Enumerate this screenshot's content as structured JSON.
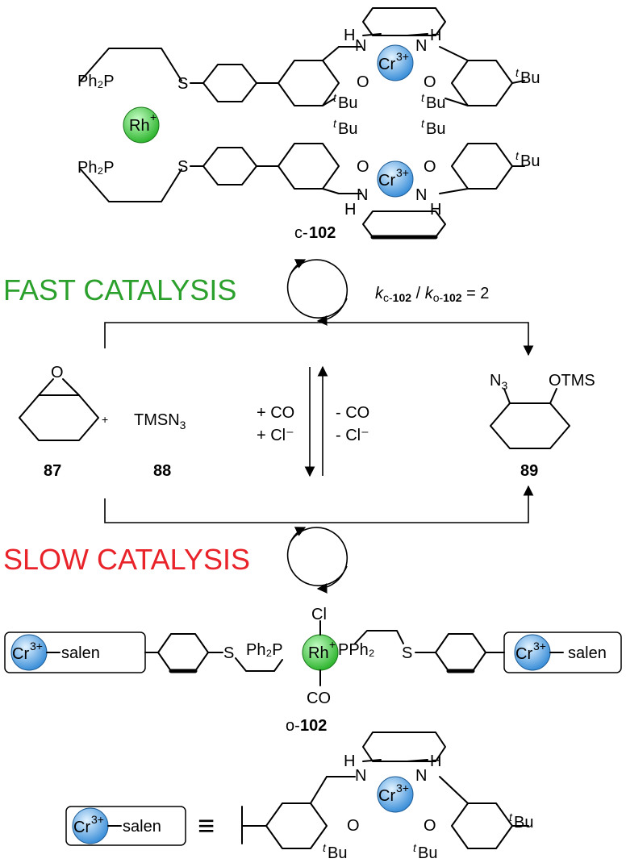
{
  "colors": {
    "fast": "#2ca02c",
    "slow": "#e8232a",
    "rh": "#3fcf3f",
    "cr": "#4aa3e6"
  },
  "closed_complex": {
    "rh_label": "Rh",
    "rh_charge": "+",
    "cr_label": "Cr",
    "cr_charge": "3+",
    "ph2p_top": "Ph₂P",
    "ph2p_bottom": "Ph₂P",
    "s_label": "S",
    "o_label": "O",
    "n_label": "N",
    "h_label": "H",
    "tbu_prefix": "t",
    "tbu_suffix": "Bu",
    "name_prefix": "c-",
    "name_number": "102"
  },
  "fast_label": "FAST CATALYSIS",
  "slow_label": "SLOW CATALYSIS",
  "rate_ratio": {
    "k": "k",
    "sub_c": "c-",
    "sub_c_num": "102",
    "sub_o": "o-",
    "sub_o_num": "102",
    "rest": " = 2"
  },
  "reactants": {
    "epoxide_o": "O",
    "epoxide_number": "87",
    "plus": "+",
    "tmsn3": "TMSN",
    "tmsn3_sub": "3",
    "tmsn3_number": "88"
  },
  "product": {
    "n3": "N",
    "n3_sub": "3",
    "otms": "OTMS",
    "number": "89"
  },
  "equilibrium": {
    "forward_1": "+ CO",
    "forward_2": "+ Cl⁻",
    "reverse_1": "- CO",
    "reverse_2": "- Cl⁻"
  },
  "open_complex": {
    "cl_top": "Cl",
    "co_bottom": "CO",
    "rh_label": "Rh",
    "rh_charge": "+",
    "ph2p_left": "Ph₂P",
    "pph2_right": "PPh₂",
    "s_left": "S",
    "s_right": "S",
    "cr_label": "Cr",
    "cr_charge": "3+",
    "salen": "salen",
    "name_prefix": "o-",
    "name_number": "102"
  },
  "legend": {
    "cr_label": "Cr",
    "cr_charge": "3+",
    "salen": "salen",
    "equiv": "≡"
  }
}
